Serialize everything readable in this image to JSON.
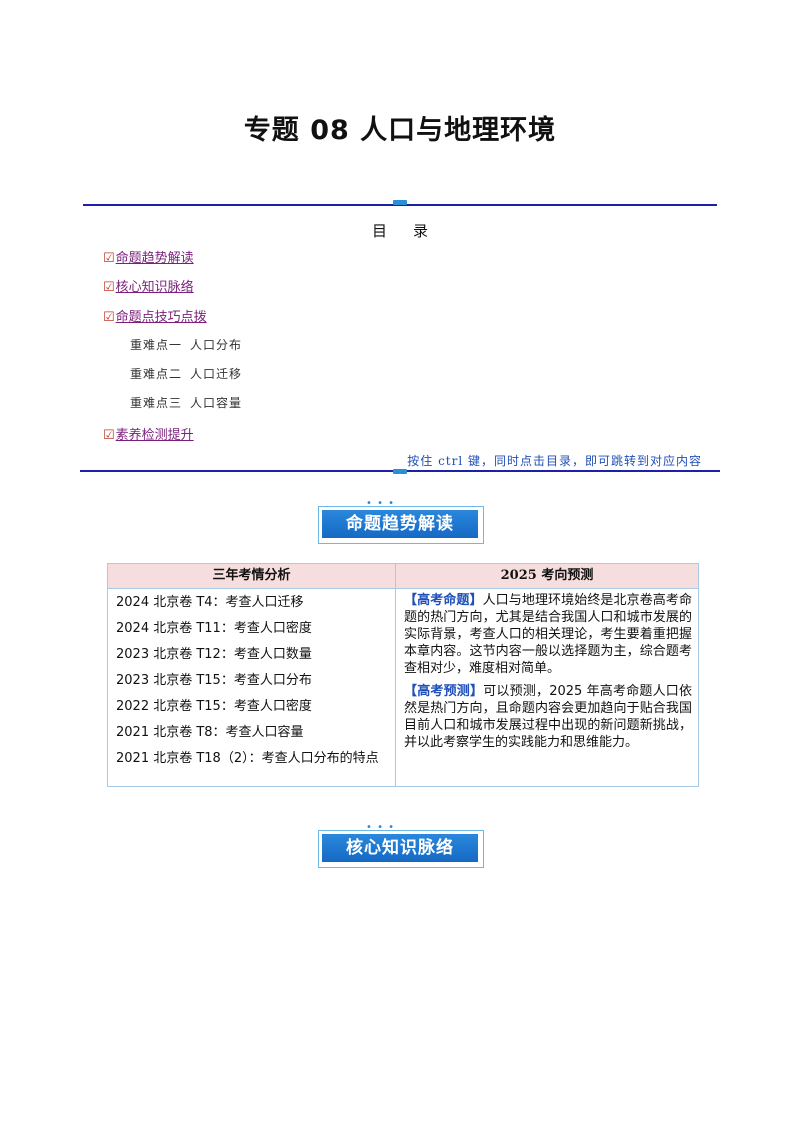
{
  "title": "专题 08  人口与地理环境",
  "toc": {
    "heading_a": "目",
    "heading_b": "录",
    "items": [
      {
        "check": "☑",
        "label": "命题趋势解读"
      },
      {
        "check": "☑",
        "label": "核心知识脉络"
      },
      {
        "check": "☑",
        "label": "命题点技巧点拨"
      },
      {
        "check": "☑",
        "label": "素养检测提升"
      }
    ],
    "subitems": [
      {
        "num": "重难点一",
        "label": "人口分布"
      },
      {
        "num": "重难点二",
        "label": "人口迁移"
      },
      {
        "num": "重难点三",
        "label": "人口容量"
      }
    ],
    "note": "按住 ctrl 键，同时点击目录，即可跳转到对应内容"
  },
  "banners": {
    "trend": "命题趋势解读",
    "knowledge": "核心知识脉络",
    "dots": "• • •"
  },
  "table": {
    "col1_header": "三年考情分析",
    "col2_header": "2025 考向预测",
    "rows": [
      "2024 北京卷 T4：考查人口迁移",
      "2024 北京卷 T11：考查人口密度",
      "2023 北京卷 T12：考查人口数量",
      "2023 北京卷 T15：考查人口分布",
      "2022 北京卷 T15：考查人口密度",
      "2021 北京卷 T8：考查人口容量",
      "2021 北京卷 T18（2）：考查人口分布的特点"
    ],
    "para1_tag": "【高考命题】",
    "para1_text": "人口与地理环境始终是北京卷高考命题的热门方向，尤其是结合我国人口和城市发展的实际背景，考查人口的相关理论，考生要着重把握本章内容。这节内容一般以选择题为主，综合题考查相对少，难度相对简单。",
    "para2_tag": "【高考预测】",
    "para2_text": "可以预测，2025 年高考命题人口依然是热门方向，且命题内容会更加趋向于贴合我国目前人口和城市发展过程中出现的新问题新挑战，并以此考察学生的实践能力和思维能力。"
  },
  "colors": {
    "rule": "#1c1fa8",
    "toc_link": "#7a1f7a",
    "check": "#c0392b",
    "note": "#1f4fb8",
    "banner": "#1e78d0",
    "table_header": "#f7dede"
  }
}
